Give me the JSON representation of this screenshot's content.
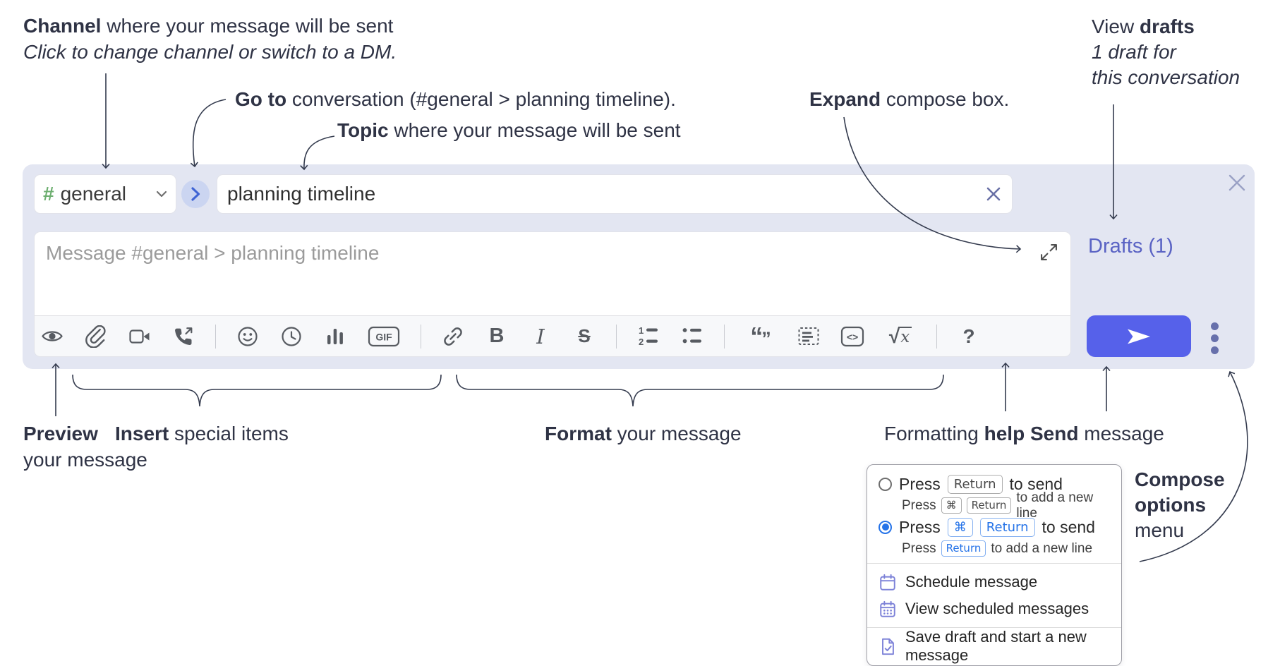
{
  "annotations": {
    "channel": {
      "bold": "Channel",
      "rest": " where your message will be sent",
      "sub": "Click to change channel or switch to a DM."
    },
    "goto": {
      "bold": "Go to",
      "rest": " conversation (#general > planning timeline)."
    },
    "topic": {
      "bold": "Topic",
      "rest": " where your message will be sent"
    },
    "expand": {
      "bold": "Expand",
      "rest": " compose box."
    },
    "drafts": {
      "pre": "View ",
      "bold": "drafts",
      "line2": "1 draft for",
      "line3": "this conversation"
    },
    "preview": {
      "bold": "Preview",
      "line2": "your message"
    },
    "insert": {
      "bold": "Insert",
      "rest": " special items"
    },
    "format": {
      "bold": "Format",
      "rest": " your message"
    },
    "formatting_help": {
      "pre": "Formatting ",
      "bold": "help"
    },
    "send": {
      "bold": "Send",
      "rest": " message"
    },
    "compose_options": {
      "line1": "Compose",
      "line2": "options",
      "line3": "menu"
    }
  },
  "compose": {
    "channel": {
      "hash": "#",
      "name": "general"
    },
    "topic_value": "planning timeline",
    "message_placeholder": "Message #general > planning timeline",
    "drafts_link": "Drafts (1)",
    "toolbar": {
      "icons": [
        "preview",
        "attach-file",
        "video-call",
        "voice-call",
        "emoji",
        "global-time",
        "poll",
        "gif",
        "link",
        "bold",
        "italic",
        "strikethrough",
        "numbered-list",
        "bulleted-list",
        "quote",
        "spoiler",
        "code",
        "math",
        "help"
      ],
      "gif_label": "GIF",
      "bold_label": "B",
      "italic_label": "I",
      "strike_label": "S",
      "code_label": "<>",
      "math_root": "√",
      "math_var": "x",
      "quote_open": "“",
      "quote_close": "”",
      "help_label": "?",
      "ol_1": "1",
      "ol_2": "2"
    }
  },
  "menu": {
    "option1": {
      "press": "Press",
      "key": "Return",
      "tail": "to send"
    },
    "option1_sub": {
      "press": "Press",
      "key1": "⌘",
      "key2": "Return",
      "tail": "to add a new line"
    },
    "option2": {
      "press": "Press",
      "key1": "⌘",
      "key2": "Return",
      "tail": "to send"
    },
    "option2_sub": {
      "press": "Press",
      "key": "Return",
      "tail": "to add a new line"
    },
    "items": {
      "schedule": "Schedule message",
      "view_scheduled": "View scheduled messages",
      "save_draft": "Save draft and start a new message"
    }
  },
  "colors": {
    "compose_bg": "#e3e6f2",
    "send_button": "#5661ea",
    "drafts_link": "#5a63c4",
    "hash_green": "#6cae6f",
    "goto_blue": "#3f64d4",
    "radio_blue": "#2573e8",
    "annotation_text": "#2f3345"
  }
}
